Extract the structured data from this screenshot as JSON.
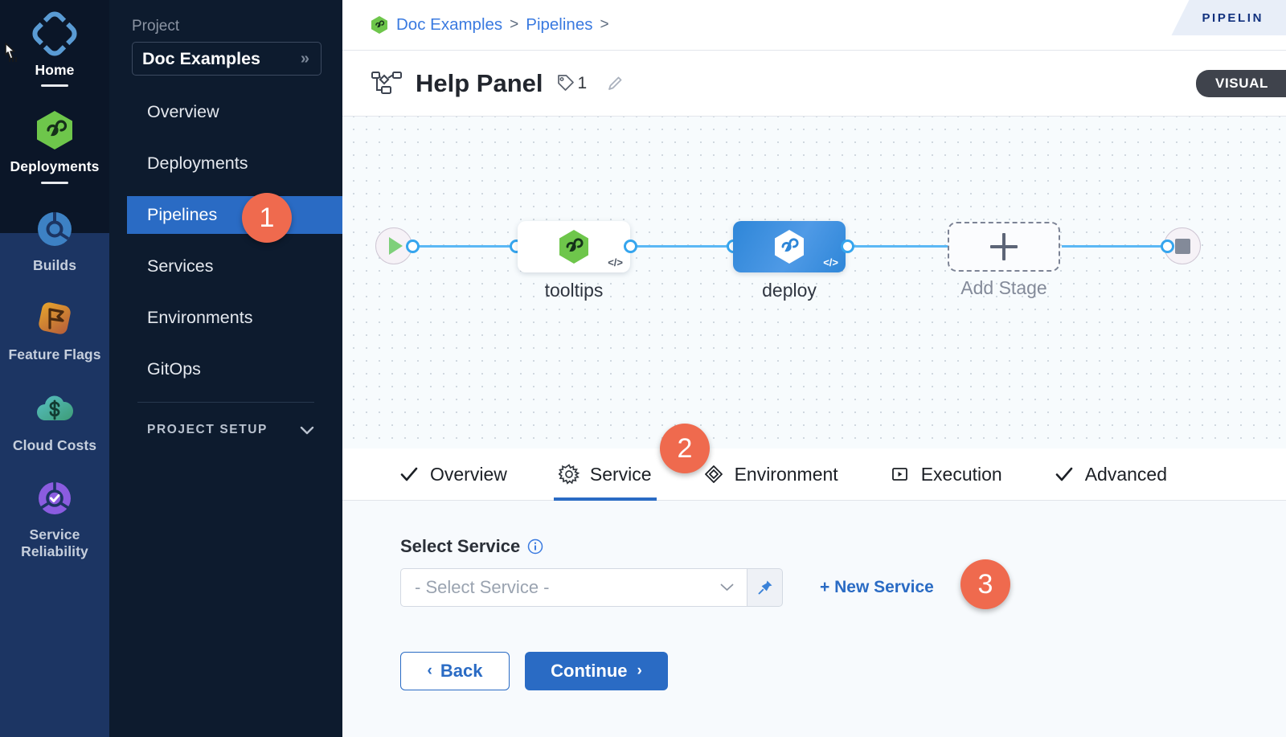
{
  "module_rail": {
    "items": [
      {
        "label": "Home",
        "icon": "home-diamond-icon",
        "active": true
      },
      {
        "label": "Deployments",
        "icon": "deployments-hexagon-icon",
        "active": true
      },
      {
        "label": "Builds",
        "icon": "builds-icon",
        "active": false
      },
      {
        "label": "Feature Flags",
        "icon": "feature-flags-icon",
        "active": false
      },
      {
        "label": "Cloud Costs",
        "icon": "cloud-costs-icon",
        "active": false
      },
      {
        "label": "Service Reliability",
        "icon": "service-reliability-icon",
        "active": false
      }
    ]
  },
  "project_nav": {
    "section_label": "Project",
    "project_name": "Doc Examples",
    "expand_icon": "chevrons-right-icon",
    "items": [
      {
        "label": "Overview",
        "active": false
      },
      {
        "label": "Deployments",
        "active": false
      },
      {
        "label": "Pipelines",
        "active": true
      },
      {
        "label": "Services",
        "active": false
      },
      {
        "label": "Environments",
        "active": false
      },
      {
        "label": "GitOps",
        "active": false
      }
    ],
    "setup_label": "PROJECT SETUP",
    "setup_caret": "chevron-down-icon"
  },
  "breadcrumb": {
    "logo_icon": "harness-hexagon-icon",
    "items": [
      "Doc Examples",
      "Pipelines"
    ],
    "separator": ">",
    "trailing_separator": ">"
  },
  "header": {
    "pipeline_tab_label": "PIPELIN",
    "graph_icon": "pipeline-graph-icon",
    "title": "Help Panel",
    "tag_icon": "tag-icon",
    "tag_count": "1",
    "edit_icon": "pencil-icon",
    "mode_badge": "VISUAL"
  },
  "canvas": {
    "start_icon": "play-icon",
    "end_icon": "stop-icon",
    "stages": [
      {
        "name": "tooltips",
        "variant": "white",
        "code_badge": "</>",
        "icon": "harness-hexagon-green-icon"
      },
      {
        "name": "deploy",
        "variant": "blue",
        "code_badge": "</>",
        "icon": "harness-hexagon-white-icon"
      }
    ],
    "add_stage_label": "Add Stage",
    "add_stage_icon": "plus-icon"
  },
  "tabs": [
    {
      "label": "Overview",
      "icon": "check-icon",
      "active": false
    },
    {
      "label": "Service",
      "icon": "gear-icon",
      "active": true
    },
    {
      "label": "Environment",
      "icon": "layers-diamond-icon",
      "active": false
    },
    {
      "label": "Execution",
      "icon": "play-box-icon",
      "active": false
    },
    {
      "label": "Advanced",
      "icon": "check-icon",
      "active": false
    }
  ],
  "form": {
    "field_label": "Select Service",
    "info_icon": "info-icon",
    "select_value": "",
    "select_placeholder": "- Select Service -",
    "dropdown_icon": "chevron-down-icon",
    "pin_icon": "pin-icon",
    "new_service_label": "+ New Service",
    "back_label": "Back",
    "back_icon": "chevron-left-icon",
    "continue_label": "Continue",
    "continue_icon": "chevron-right-icon"
  },
  "callouts": [
    {
      "number": "1"
    },
    {
      "number": "2"
    },
    {
      "number": "3"
    }
  ],
  "colors": {
    "accent_blue": "#2a6bc4",
    "callout_orange": "#ef6a4e",
    "rail_dark": "#0b1628",
    "rail_navy": "#1c3563",
    "nav_dark": "#0d1b2e",
    "link_blue": "#3a7ae0",
    "canvas_bg": "#f7fbfd",
    "connector_blue": "#35a5ee"
  }
}
